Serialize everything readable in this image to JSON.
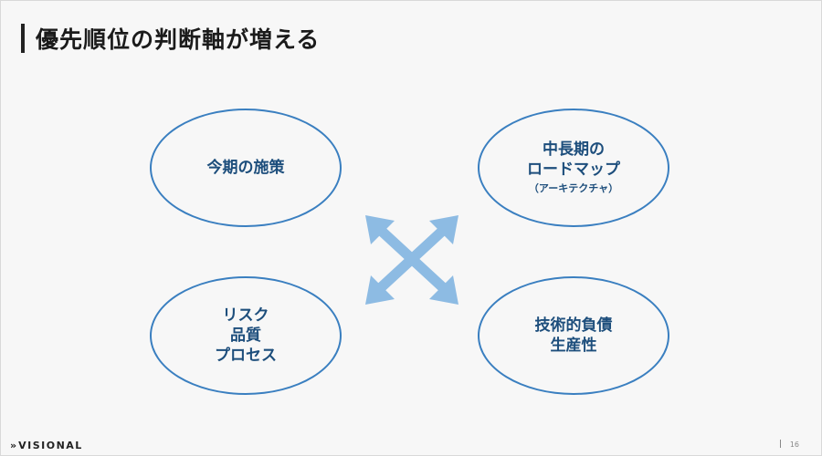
{
  "slide": {
    "title": "優先順位の判断軸が増える",
    "ellipses": {
      "top_left": {
        "lines": [
          "今期の施策"
        ]
      },
      "top_right": {
        "lines": [
          "中長期の",
          "ロードマップ"
        ],
        "sub": "（アーキテクチャ）"
      },
      "bottom_left": {
        "lines": [
          "リスク",
          "品質",
          "プロセス"
        ]
      },
      "bottom_right": {
        "lines": [
          "技術的負債",
          "生産性"
        ]
      }
    },
    "center_icon": "bidirectional-cross-arrows-icon",
    "colors": {
      "ellipse_border": "#3a7fc0",
      "ellipse_text": "#1d4e7c",
      "arrow": "#8dbbe3",
      "background": "#f7f7f7"
    }
  },
  "footer": {
    "logo_mark": "»",
    "logo_text": "VISIONAL",
    "page_number": "16"
  }
}
